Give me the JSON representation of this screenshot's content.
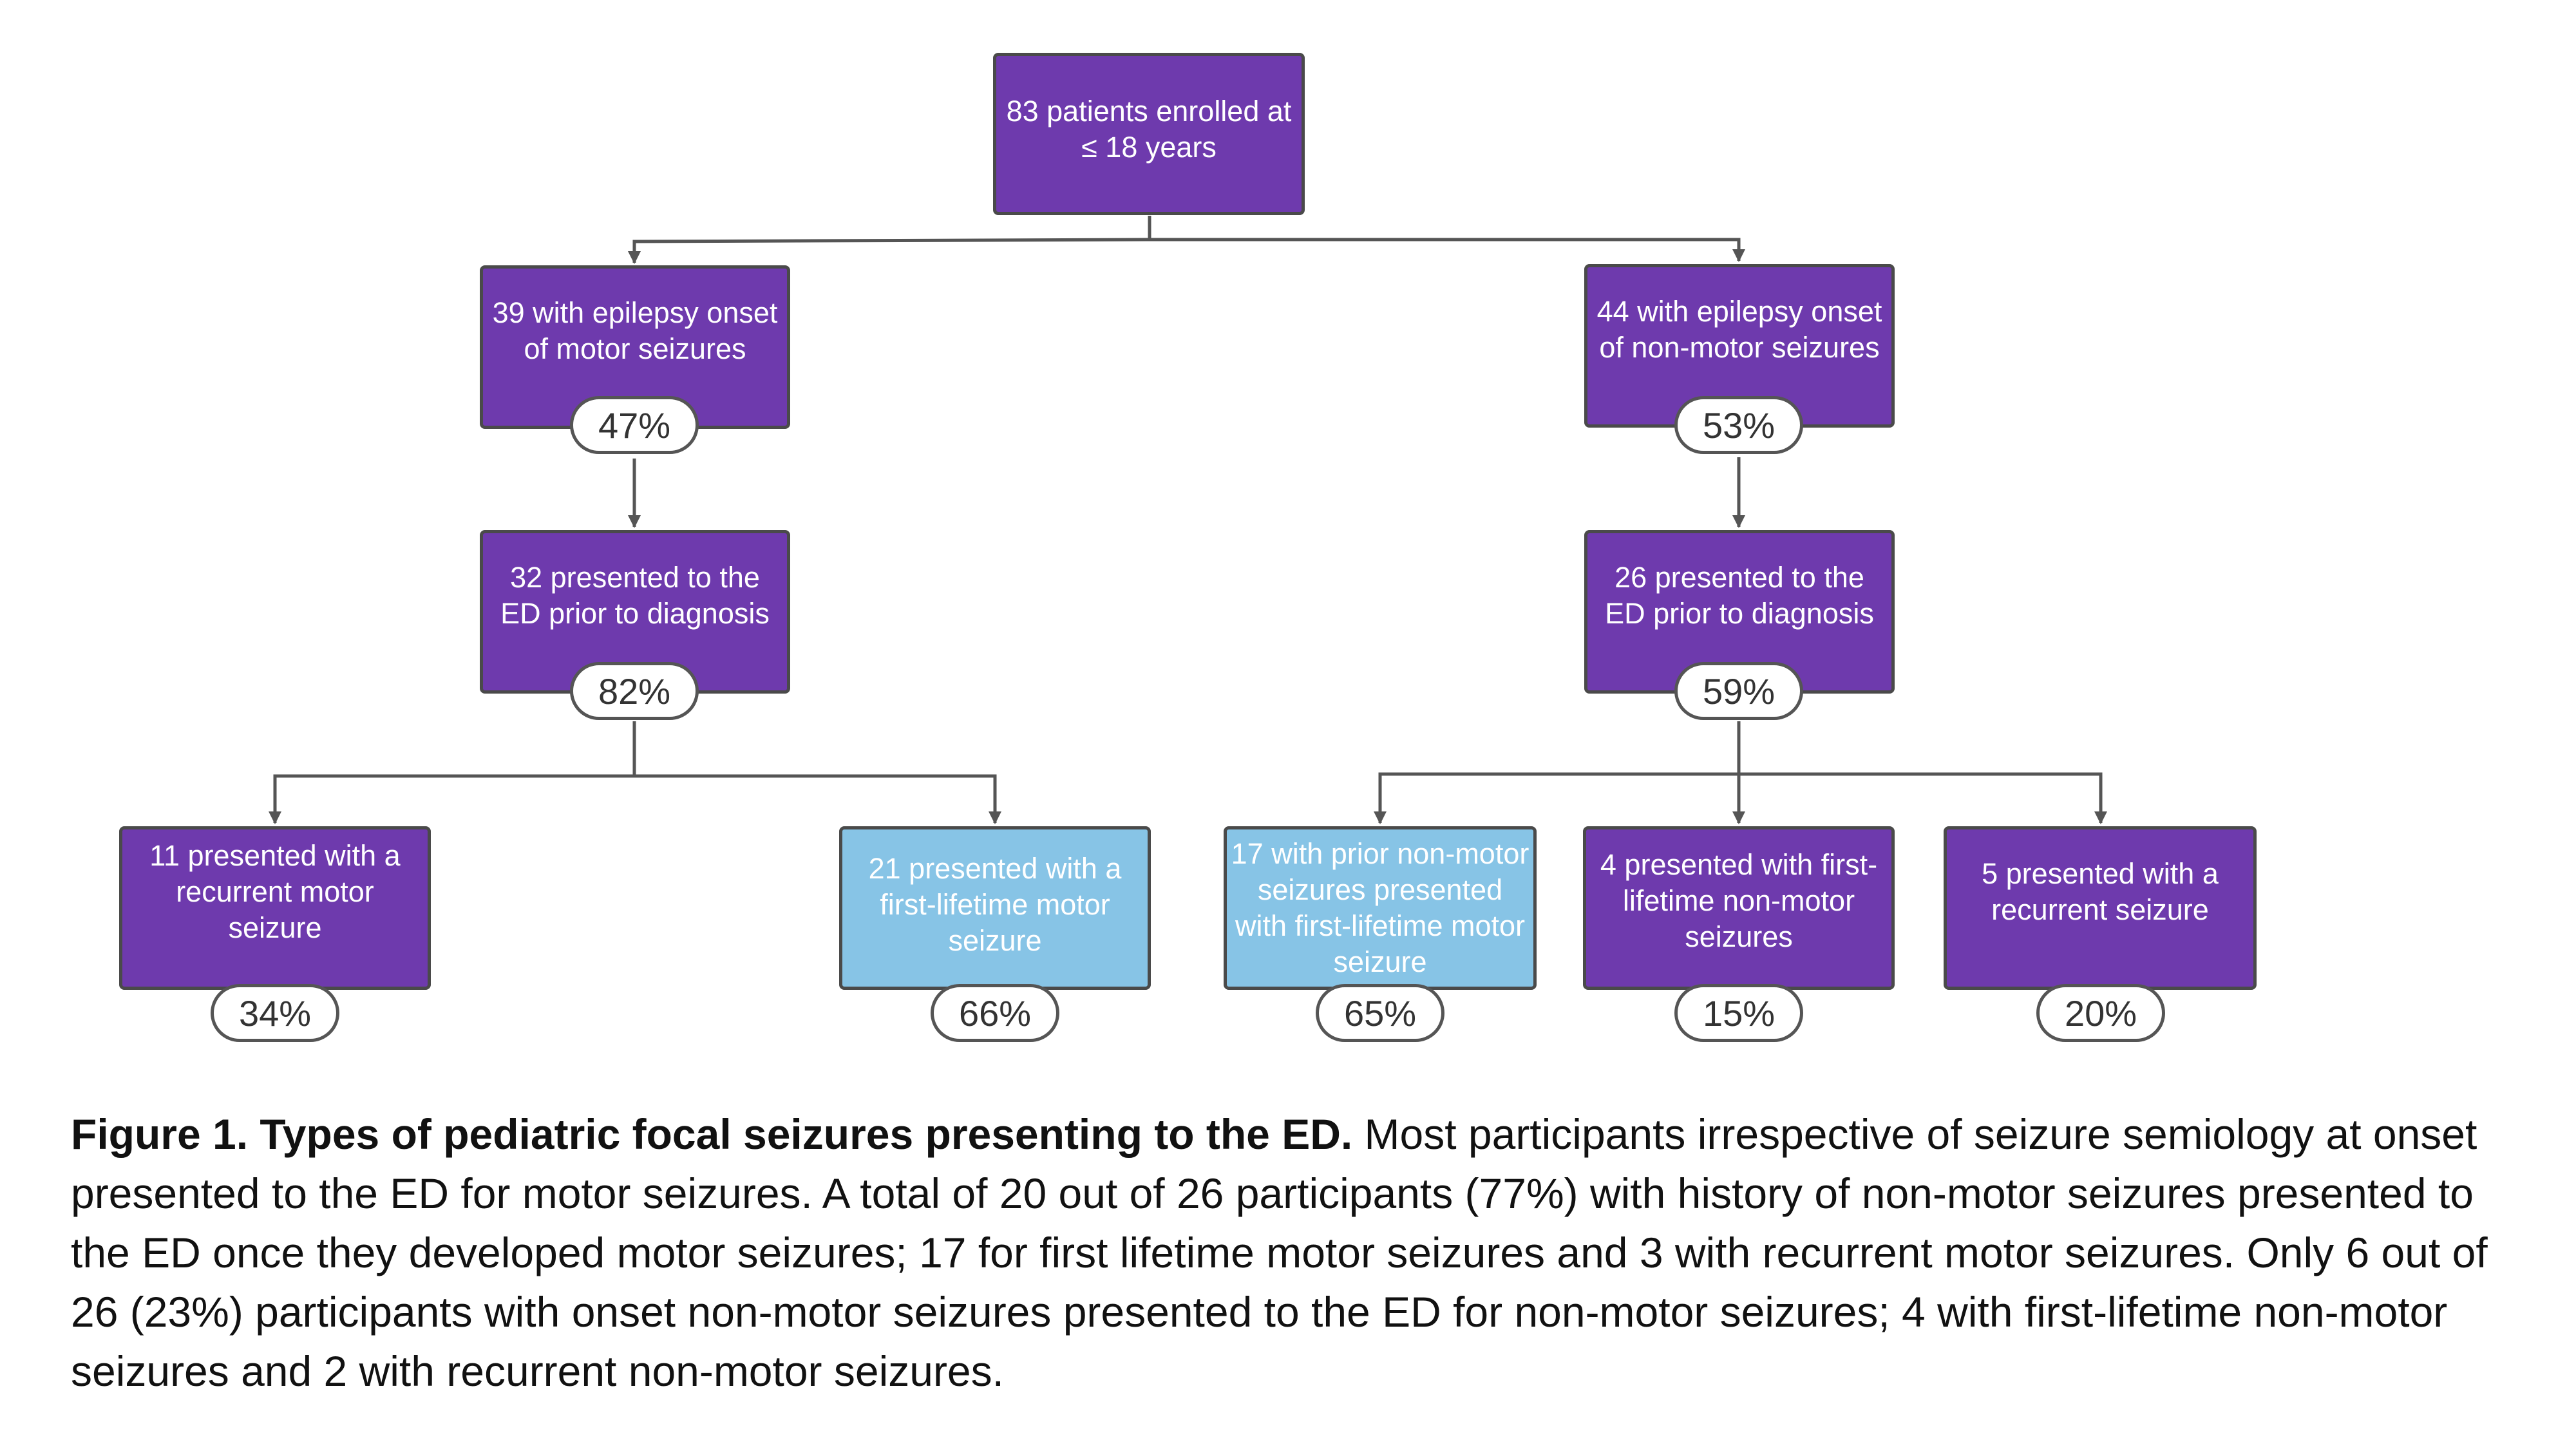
{
  "nodes": {
    "root": "83 patients enrolled at ≤ 18 years",
    "motor_onset": "39 with epilepsy onset of motor seizures",
    "nonmotor_onset": "44 with epilepsy onset of non-motor seizures",
    "motor_ed": "32 presented to the ED prior to diagnosis",
    "nonmotor_ed": "26 presented to the ED prior to diagnosis",
    "motor_recurrent": "11 presented with a recurrent motor seizure",
    "motor_first": "21 presented with a first-lifetime motor seizure",
    "nonmotor_prior_first_motor": "17 with prior non-motor seizures presented with first-lifetime motor seizure",
    "nonmotor_first": "4 presented with first-lifetime non-motor seizures",
    "nonmotor_recurrent": "5 presented with a recurrent seizure"
  },
  "percents": {
    "motor_onset": "47%",
    "nonmotor_onset": "53%",
    "motor_ed": "82%",
    "nonmotor_ed": "59%",
    "motor_recurrent": "34%",
    "motor_first": "66%",
    "nonmotor_prior_first_motor": "65%",
    "nonmotor_first": "15%",
    "nonmotor_recurrent": "20%"
  },
  "colors": {
    "purple": "#6e3aad",
    "light_blue": "#87c4e6",
    "border": "#4a4a4a",
    "connector": "#555555"
  },
  "caption": {
    "title": "Figure 1. Types of pediatric focal seizures presenting to the ED.",
    "body": " Most participants irrespective of seizure semiology at onset presented to the ED for motor seizures. A total of 20 out of 26 participants (77%) with history of non-motor seizures presented to the ED once they developed motor seizures; 17 for first lifetime motor seizures and 3 with recurrent motor seizures.  Only 6 out of 26 (23%) participants with onset non-motor seizures presented to the ED for non-motor seizures; 4 with first-lifetime non-motor seizures and 2 with recurrent non-motor seizures."
  }
}
